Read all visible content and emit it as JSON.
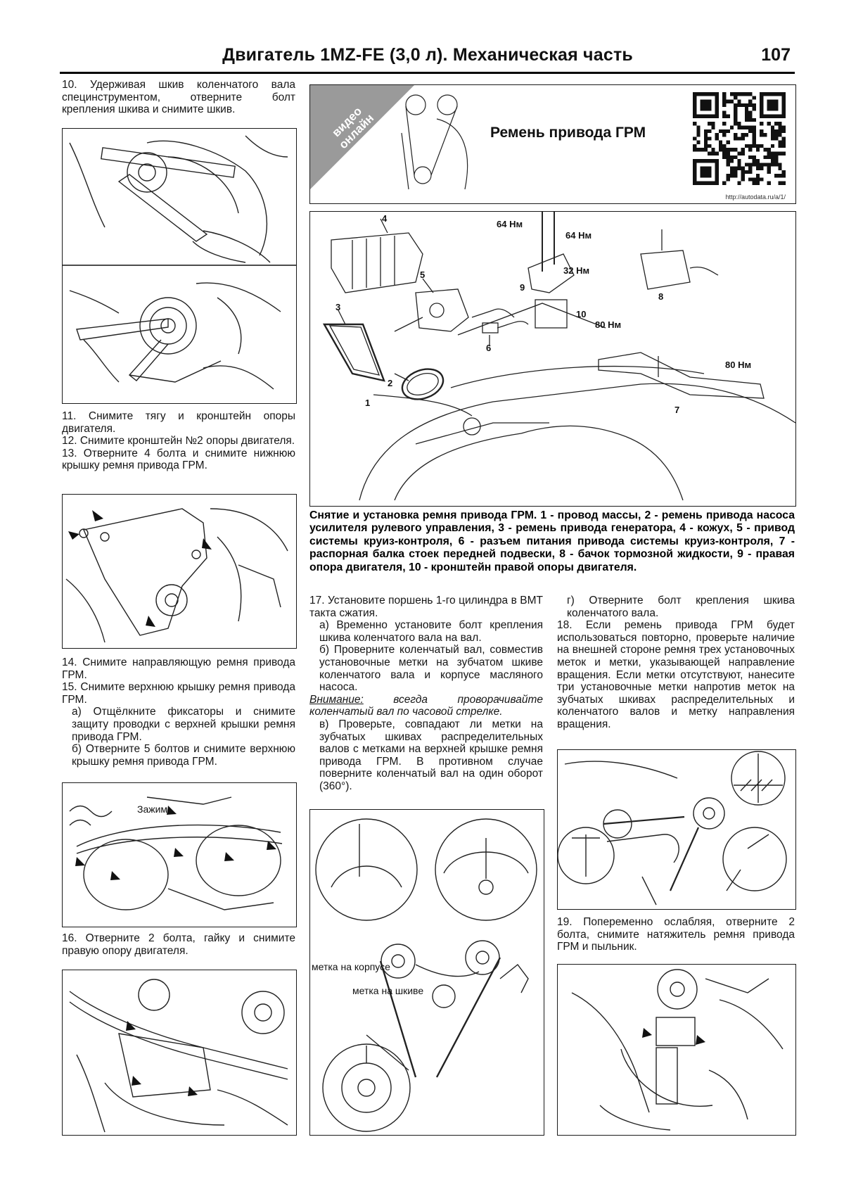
{
  "header": {
    "title": "Двигатель 1MZ-FE (3,0 л). Механическая часть",
    "page_number": "107"
  },
  "video_banner": {
    "tag_line1": "видео",
    "tag_line2": "онлайн",
    "title": "Ремень привода ГРМ",
    "url": "http://autodata.ru/a/1/"
  },
  "left_column": {
    "step10": "10. Удерживая шкив коленчатого вала специнструментом, отверните болт крепления шкива и снимите шкив.",
    "step11": "11. Снимите тягу и кронштейн опоры двигателя.",
    "step12": "12. Снимите кронштейн №2 опоры двигателя.",
    "step13": "13. Отверните 4 болта и снимите нижнюю крышку ремня привода ГРМ.",
    "step14": "14. Снимите направляющую ремня привода ГРМ.",
    "step15": "15. Снимите верхнюю крышку ремня привода ГРМ.",
    "step15a": "а) Отщёлкните фиксаторы и снимите защиту проводки с верхней крышки ремня привода ГРМ.",
    "step15b": "б) Отверните 5 болтов и снимите верхнюю крышку ремня привода ГРМ.",
    "clip_label": "Зажим",
    "step16": "16. Отверните 2 болта, гайку и снимите правую опору двигателя."
  },
  "main_figure": {
    "torque_64a": "64 Нм",
    "torque_64b": "64 Нм",
    "torque_32": "32 Нм",
    "torque_80a": "80 Нм",
    "torque_80b": "80 Нм",
    "callouts": [
      "1",
      "2",
      "3",
      "4",
      "5",
      "6",
      "7",
      "8",
      "9",
      "10"
    ],
    "caption": "Снятие и установка ремня привода ГРМ. 1 - провод массы, 2 - ремень привода насоса усилителя рулевого управления, 3 - ремень привода генератора, 4 - кожух, 5 - привод системы круиз-контроля, 6 - разъем питания привода системы круиз-контроля, 7 - распорная балка стоек передней подвески, 8 - бачок тормозной жидкости, 9 - правая опора двигателя, 10 - кронштейн правой опоры двигателя."
  },
  "middle_column": {
    "step17": "17. Установите поршень 1-го цилиндра в ВМТ такта сжатия.",
    "step17a": "а) Временно установите болт крепления шкива коленчатого вала на вал.",
    "step17b": "б) Проверните коленчатый вал, совместив установочные метки на зубчатом шкиве коленчатого вала и корпусе масляного насоса.",
    "warning_label": "Внимание:",
    "warning_text": "всегда проворачивайте коленчатый вал по часовой стрелке.",
    "step17v": "в) Проверьте, совпадают ли метки на зубчатых шкивах распределительных валов с метками на верхней крышке ремня привода ГРМ. В противном случае поверните коленчатый вал на один оборот (360°).",
    "mark_housing": "метка на корпусе",
    "mark_pulley": "метка на шкиве"
  },
  "right_column": {
    "step17g": "г) Отверните болт крепления шкива коленчатого вала.",
    "step18": "18. Если ремень привода ГРМ будет использоваться повторно, проверьте наличие на внешней стороне ремня трех установочных меток и метки, указывающей направление вращения. Если метки отсутствуют, нанесите три установочные метки напротив меток на зубчатых шкивах распределительных и коленчатого валов и метку направления вращения.",
    "step19": "19. Попеременно ослабляя, отверните 2 болта, снимите натяжитель ремня привода ГРМ и пыльник."
  }
}
